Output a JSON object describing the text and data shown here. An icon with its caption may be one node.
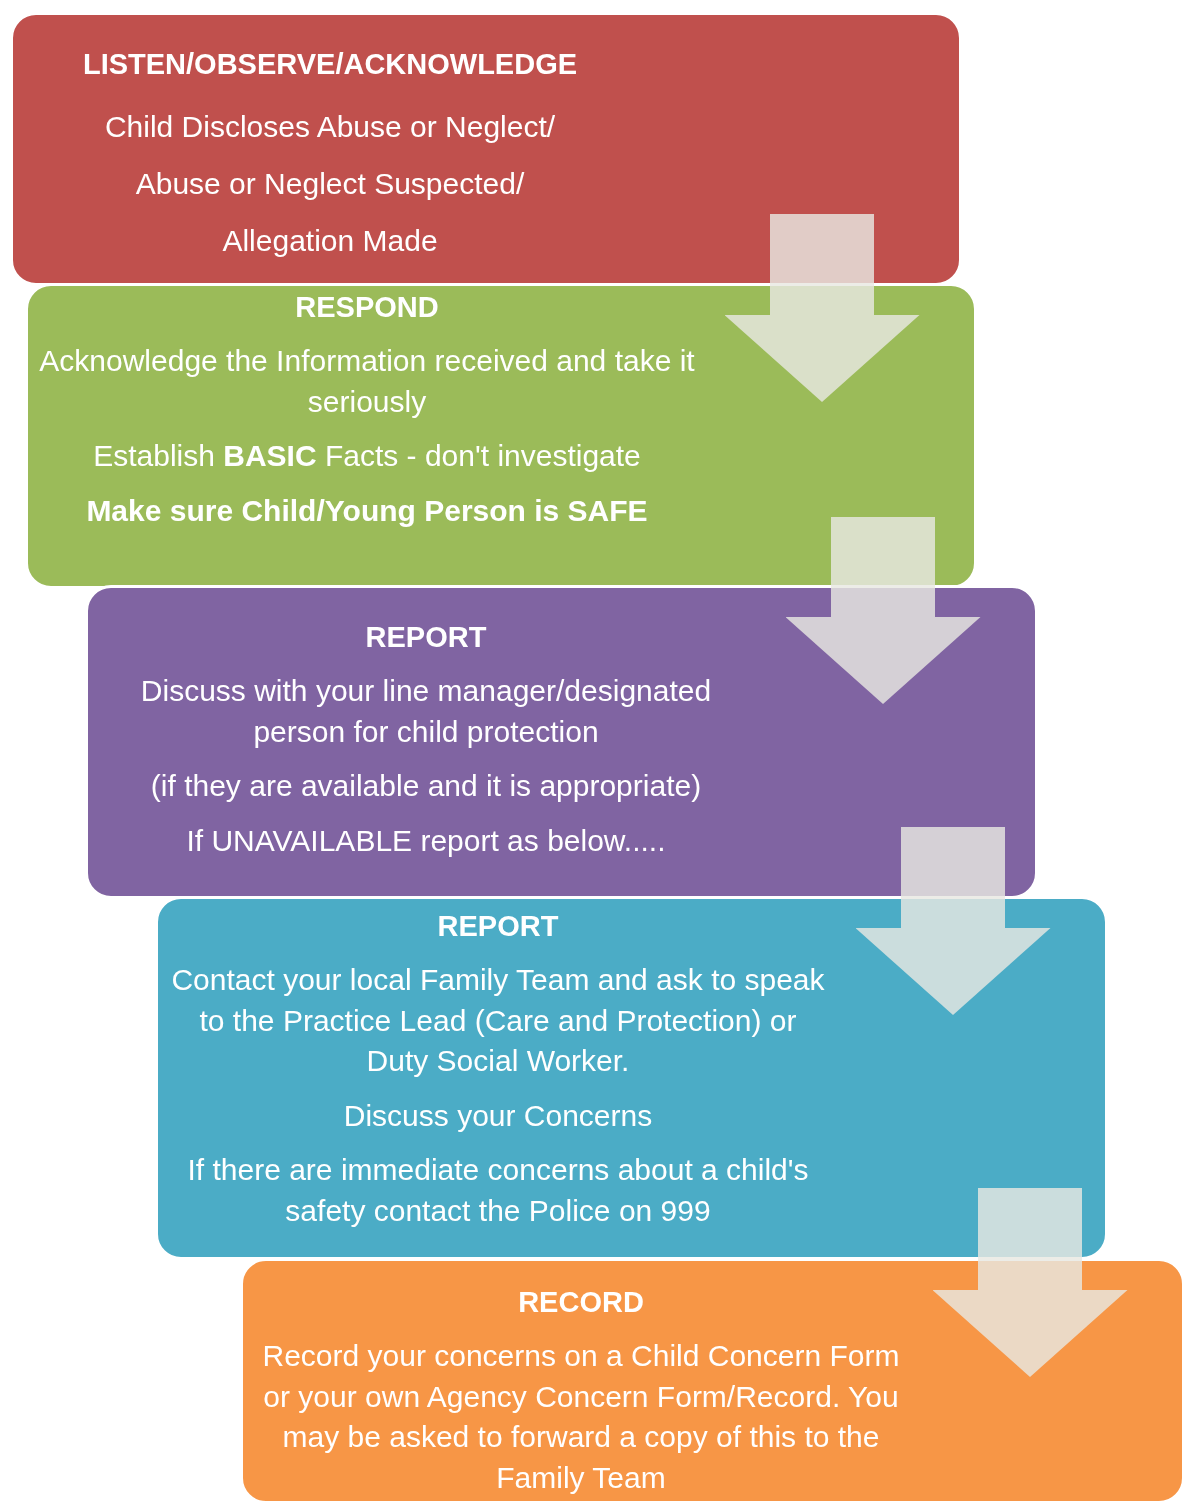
{
  "diagram": {
    "nodes": [
      {
        "text": [
          "LISTEN/OBSERVE/ACKNOWLEDGE",
          "Child Discloses Abuse or Neglect/ Abuse or Neglect Suspected/ Allegation Made"
        ]
      },
      {
        "text": [
          "RESPOND",
          "Acknowledge the Information received and take it seriously",
          "Establish **BASIC** Facts - don't investigate",
          "Make sure Child/Young Person is SAFE"
        ]
      },
      {
        "text": [
          "REPORT",
          "Discuss with your line manager/designated person for child protection",
          "(if they are available and it is appropriate)",
          "If UNAVAILABLE report as below....."
        ]
      },
      {
        "text": [
          "REPORT",
          "Contact your local Family Team and ask to speak to the Practice Lead (Care and Protection) or Duty Social Worker.",
          "Discuss your Concerns",
          "If there are immediate concerns about a child's safety contact the Police on 999"
        ]
      },
      {
        "text": [
          "RECORD",
          "Record your concerns on a Child Concern Form or your own Agency Concern Form/Record. You may be asked to forward a copy of this to the Family Team"
        ]
      }
    ],
    "edges": [
      {
        "from": 0,
        "to": 1,
        "arrow": "to"
      },
      {
        "from": 1,
        "to": 2,
        "arrow": "to"
      },
      {
        "from": 2,
        "to": 3,
        "arrow": "to"
      },
      {
        "from": 3,
        "to": 4,
        "arrow": "to"
      }
    ]
  }
}
